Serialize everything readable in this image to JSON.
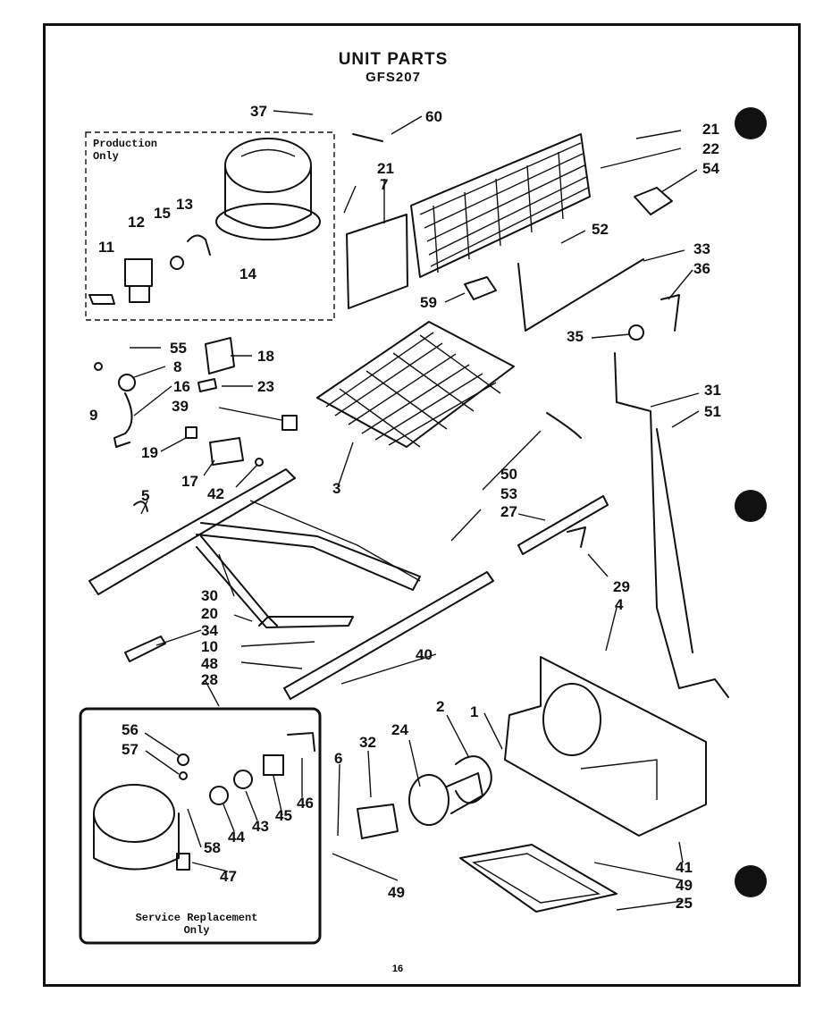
{
  "title": "UNIT PARTS",
  "model": "GFS207",
  "production_note": "Production\nOnly",
  "service_note": "Service Replacement\nOnly",
  "page_number": "16",
  "callouts": [
    "37",
    "60",
    "21",
    "22",
    "54",
    "21",
    "7",
    "13",
    "15",
    "12",
    "11",
    "14",
    "52",
    "33",
    "36",
    "59",
    "35",
    "55",
    "18",
    "8",
    "16",
    "9",
    "23",
    "39",
    "31",
    "51",
    "19",
    "17",
    "42",
    "5",
    "3",
    "50",
    "53",
    "27",
    "29",
    "4",
    "30",
    "20",
    "34",
    "10",
    "48",
    "28",
    "40",
    "1",
    "2",
    "24",
    "32",
    "6",
    "56",
    "57",
    "58",
    "44",
    "43",
    "45",
    "46",
    "47",
    "41",
    "49",
    "49",
    "25"
  ]
}
